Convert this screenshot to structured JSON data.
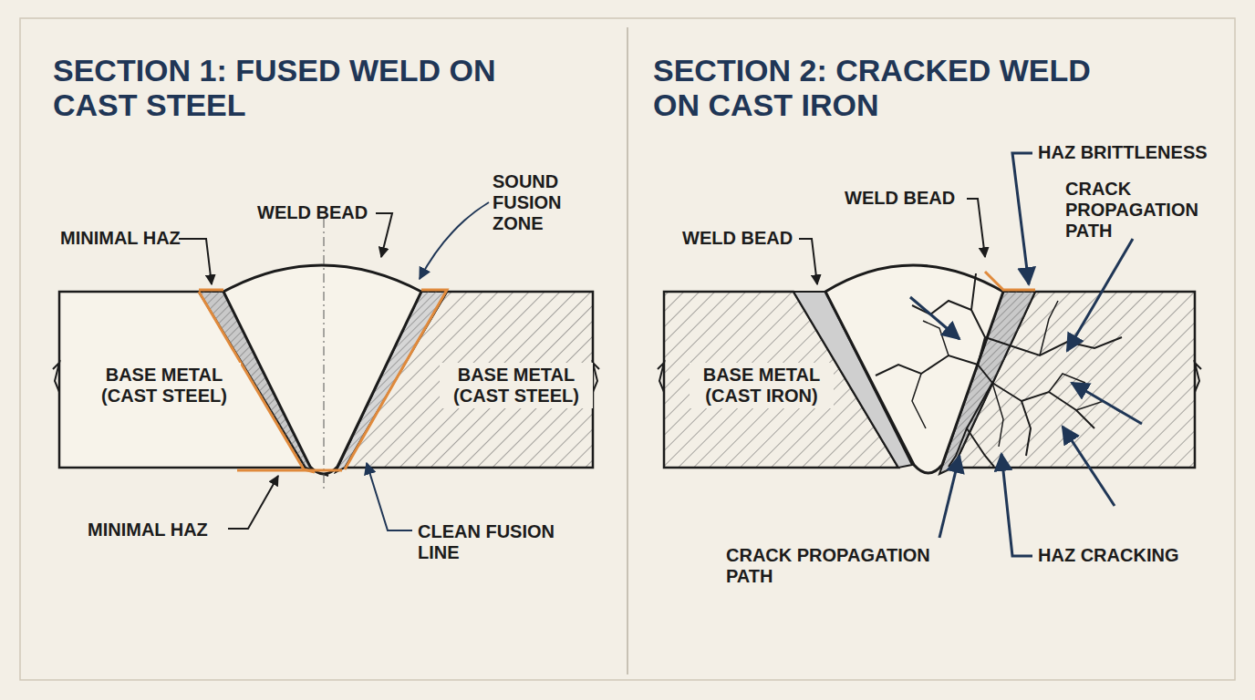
{
  "diagram": {
    "labels": [
      "SECTION 1: FUSED WELD ON CAST STEEL",
      "SECTION 2: CRACKED WELD ON CAST IRON",
      "MINIMAL HAZ",
      "WELD BEAD",
      "SOUND FUSION ZONE",
      "BASE METAL (CAST STEEL)",
      "BASE METAL (CAST STEEL)",
      "MINIMAL HAZ",
      "CLEAN FUSION LINE",
      "HAZ BRITTLENESS",
      "WELD BEAD",
      "CRACK PROPAGATION PATH",
      "WELD BEAD",
      "BASE METAL (CAST IRON)",
      "CRACK PROPAGATION PATH",
      "HAZ CRACKING"
    ]
  }
}
